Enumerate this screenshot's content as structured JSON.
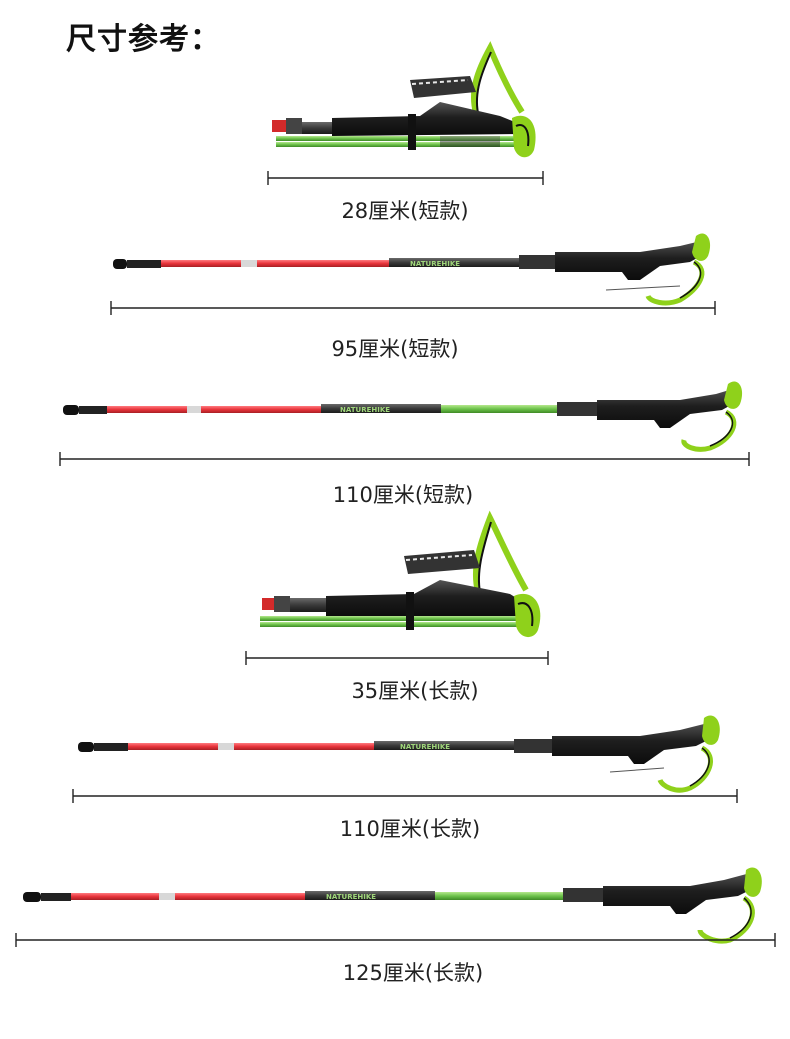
{
  "title": "尺寸参考：",
  "colors": {
    "red_section": "#e8333a",
    "green_section": "#6cc24a",
    "grip": "#1e1e1e",
    "accent_green": "#8fd11b"
  },
  "items": [
    {
      "label": "28厘米(短款)"
    },
    {
      "label": "95厘米(短款)"
    },
    {
      "label": "110厘米(短款)"
    },
    {
      "label": "35厘米(长款)"
    },
    {
      "label": "110厘米(长款)"
    },
    {
      "label": "125厘米(长款)"
    }
  ]
}
